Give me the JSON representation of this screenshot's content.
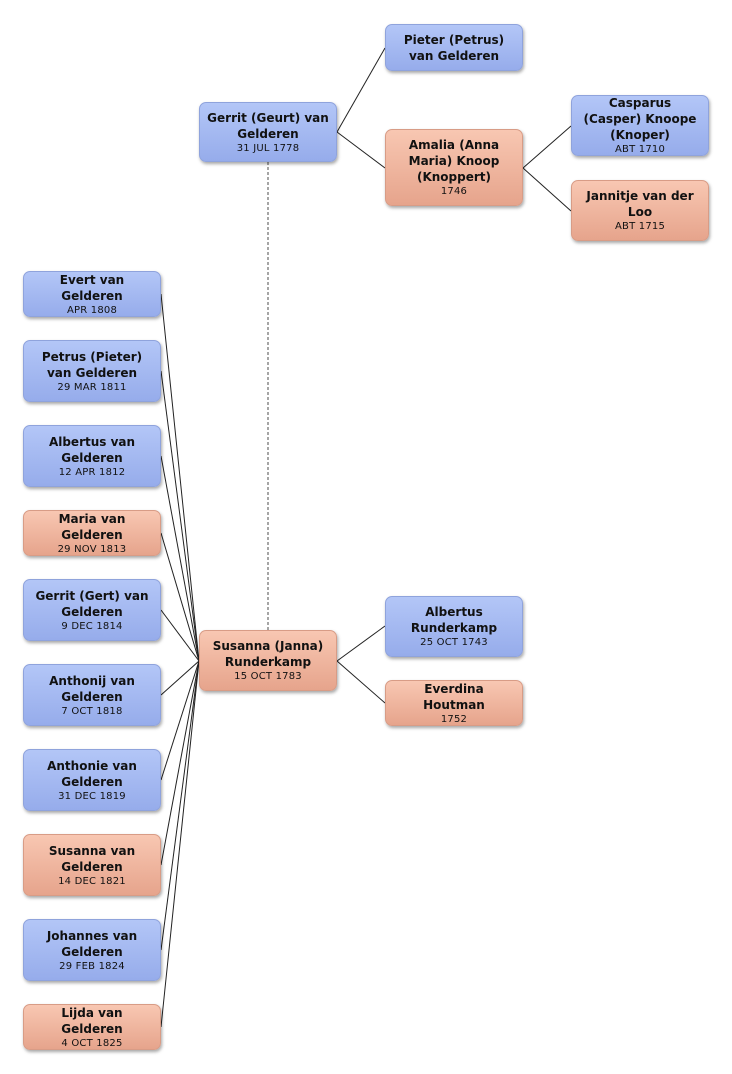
{
  "people": {
    "gerrit_geurt": {
      "name": "Gerrit (Geurt) van Gelderen",
      "date": "31 JUL 1778",
      "sex": "male"
    },
    "pieter_petrus": {
      "name": "Pieter (Petrus) van Gelderen",
      "date": "",
      "sex": "male"
    },
    "amalia": {
      "name": "Amalia (Anna Maria) Knoop (Knoppert)",
      "date": "1746",
      "sex": "female"
    },
    "casparus": {
      "name": "Casparus (Casper) Knoope (Knoper)",
      "date": "ABT 1710",
      "sex": "male"
    },
    "jannitje": {
      "name": "Jannitje van der Loo",
      "date": "ABT 1715",
      "sex": "female"
    },
    "susanna_janna": {
      "name": "Susanna (Janna) Runderkamp",
      "date": "15 OCT 1783",
      "sex": "female"
    },
    "albertus_runderkamp": {
      "name": "Albertus Runderkamp",
      "date": "25 OCT 1743",
      "sex": "male"
    },
    "everdina": {
      "name": "Everdina Houtman",
      "date": "1752",
      "sex": "female"
    },
    "evert": {
      "name": "Evert van Gelderen",
      "date": "APR 1808",
      "sex": "male"
    },
    "petrus_pieter": {
      "name": "Petrus (Pieter) van Gelderen",
      "date": "29 MAR 1811",
      "sex": "male"
    },
    "albertus_vg": {
      "name": "Albertus van Gelderen",
      "date": "12 APR 1812",
      "sex": "male"
    },
    "maria": {
      "name": "Maria van Gelderen",
      "date": "29 NOV 1813",
      "sex": "female"
    },
    "gerrit_gert": {
      "name": "Gerrit (Gert) van Gelderen",
      "date": "9 DEC 1814",
      "sex": "male"
    },
    "anthonij": {
      "name": "Anthonij van Gelderen",
      "date": "7 OCT 1818",
      "sex": "male"
    },
    "anthonie": {
      "name": "Anthonie van Gelderen",
      "date": "31 DEC 1819",
      "sex": "male"
    },
    "susanna_vg": {
      "name": "Susanna van Gelderen",
      "date": "14 DEC 1821",
      "sex": "female"
    },
    "johannes": {
      "name": "Johannes van Gelderen",
      "date": "29 FEB 1824",
      "sex": "male"
    },
    "lijda": {
      "name": "Lijda van Gelderen",
      "date": "4 OCT 1825",
      "sex": "female"
    }
  },
  "relations": {
    "parents": [
      {
        "child": "gerrit_geurt",
        "father": "pieter_petrus",
        "mother": "amalia"
      },
      {
        "child": "amalia",
        "father": "casparus",
        "mother": "jannitje"
      },
      {
        "child": "susanna_janna",
        "father": "albertus_runderkamp",
        "mother": "everdina"
      }
    ],
    "spouses": [
      [
        "gerrit_geurt",
        "susanna_janna"
      ]
    ],
    "children_of_couple": [
      "evert",
      "petrus_pieter",
      "albertus_vg",
      "maria",
      "gerrit_gert",
      "anthonij",
      "anthonie",
      "susanna_vg",
      "johannes",
      "lijda"
    ]
  },
  "colors": {
    "male": "#a5b9f1",
    "female": "#f0b69f",
    "line": "#222222",
    "spouse_line": "#888888"
  }
}
